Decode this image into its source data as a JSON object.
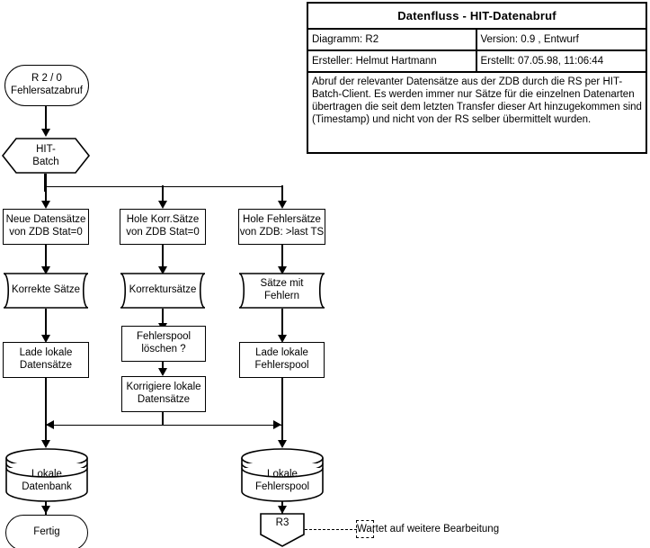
{
  "title_block": {
    "title": "Datenfluss - HIT-Datenabruf",
    "diagram_label": "Diagramm: R2",
    "version_label": "Version: 0.9 , Entwurf",
    "author_label": "Ersteller: Helmut Hartmann",
    "created_label": "Erstellt:  07.05.98, 11:06:44",
    "description": "Abruf der relevanter Datensätze aus der ZDB durch die RS per HIT-Batch-Client. Es werden immer nur Sätze für die einzelnen Datenarten übertragen die seit dem letzten Transfer dieser Art hinzugekommen sind (Timestamp) und nicht von der RS selber übermittelt wurden."
  },
  "flow": {
    "start": "R 2 / 0\nFehlersatzabruf",
    "batch": "HIT-\nBatch",
    "col_left": {
      "fetch": "Neue Datensätze\nvon ZDB Stat=0",
      "data": "Korrekte Sätze",
      "load": "Lade lokale\nDatensätze"
    },
    "col_mid": {
      "fetch": "Hole Korr.Sätze\nvon ZDB Stat=0",
      "data": "Korrektursätze",
      "decide": "Fehlerspool\nlöschen ?",
      "correct": "Korrigiere lokale\nDatensätze"
    },
    "col_right": {
      "fetch": "Hole Fehlersätze\nvon ZDB: >last TS",
      "data": "Sätze mit\nFehlern",
      "load": "Lade lokale\nFehlerspool"
    },
    "db_left": "Lokale\nDatenbank",
    "db_right": "Lokale\nFehlerspool",
    "end": "Fertig",
    "next_ref": "R3",
    "annotation": "Wartet auf weitere Bearbeitung"
  },
  "colors": {
    "stroke": "#000000",
    "fill": "#ffffff"
  }
}
